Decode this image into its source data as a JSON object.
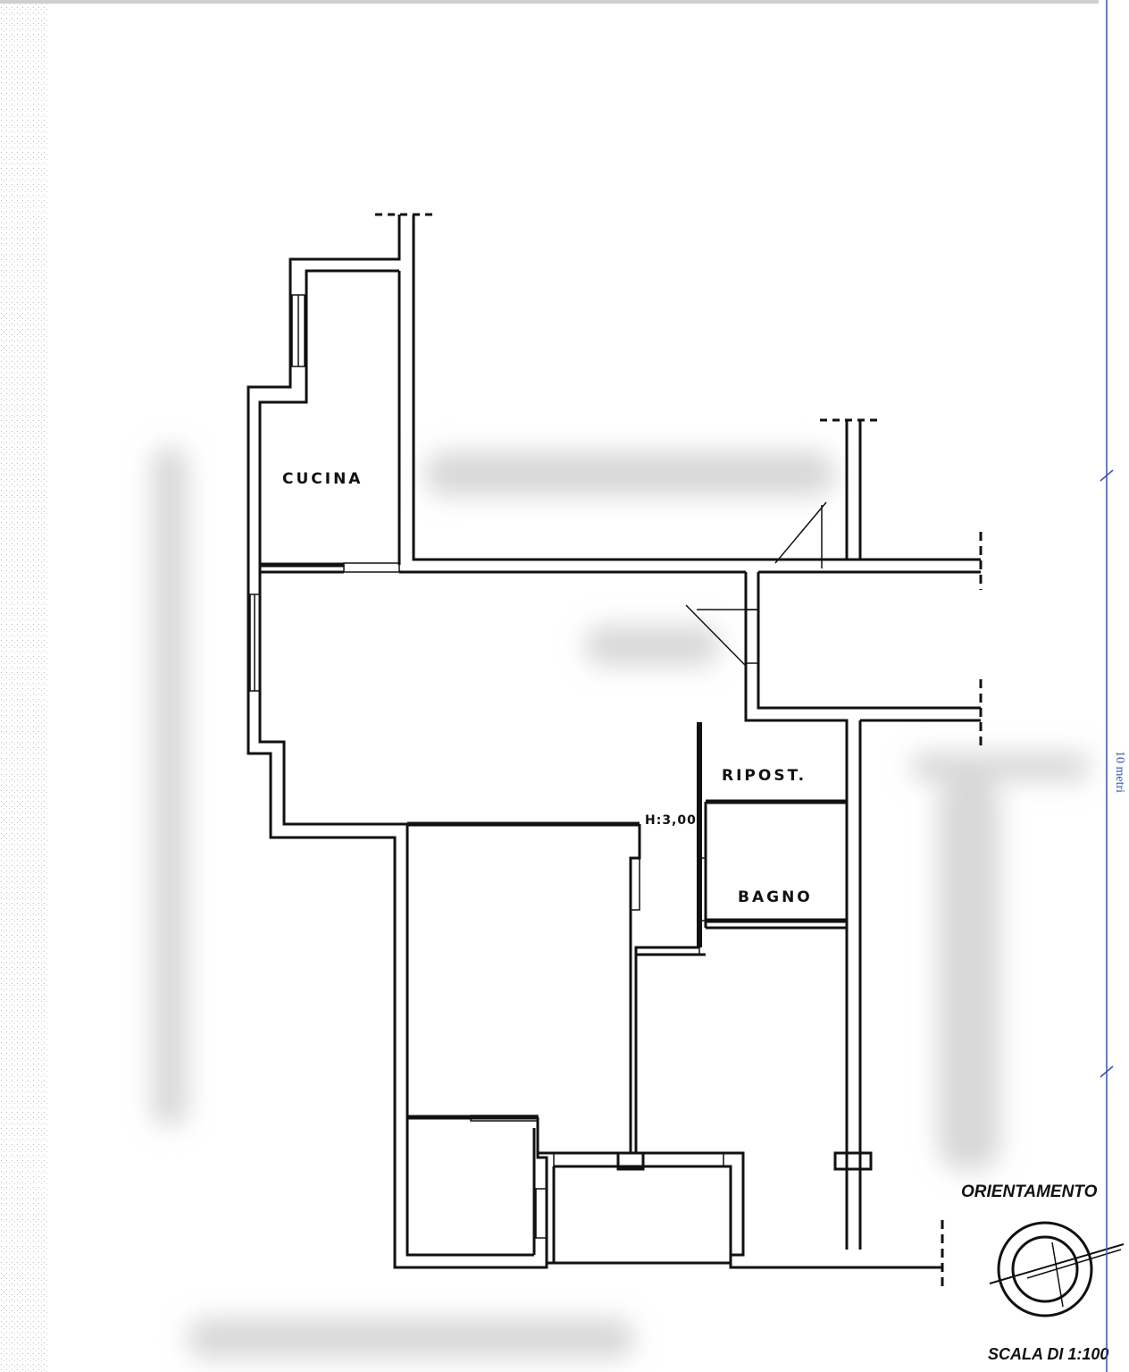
{
  "rooms": {
    "kitchen": "CUCINA",
    "storage": "RIPOST.",
    "bathroom": "BAGNO",
    "height_note": "H:3,00"
  },
  "legend": {
    "orientation_label": "ORIENTAMENTO",
    "scale_label": "SCALA DI 1:100"
  },
  "ruler": {
    "label": "10 metri"
  },
  "colors": {
    "wall": "#111111",
    "ruler": "#3355aa",
    "paper": "#ffffff",
    "redaction": "#dddddd"
  }
}
